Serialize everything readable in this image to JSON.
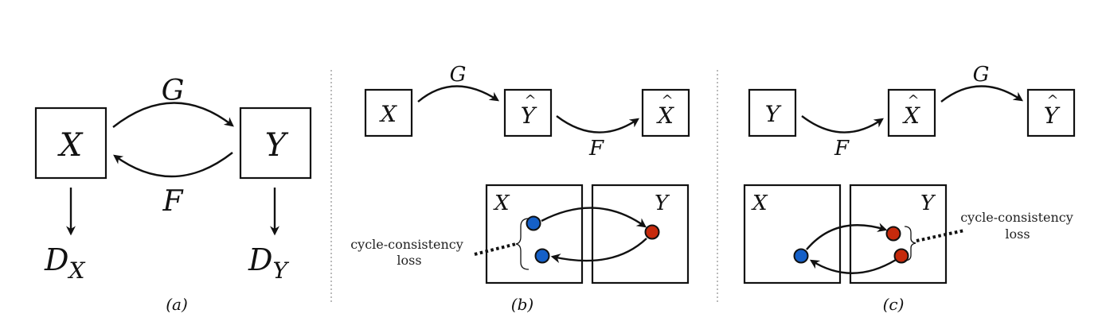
{
  "figure": {
    "colors": {
      "source_dot": "#1560c8",
      "target_dot": "#c62a0c",
      "stroke": "#111111"
    },
    "panel_a": {
      "caption": "(a)",
      "domain_x": "X",
      "domain_y": "Y",
      "mapping_g": "G",
      "mapping_f": "F",
      "disc_x": {
        "base": "D",
        "sub": "X"
      },
      "disc_y": {
        "base": "D",
        "sub": "Y"
      }
    },
    "panel_b": {
      "caption": "(b)",
      "chain": [
        "X",
        "Y",
        "X"
      ],
      "chain_hats": [
        false,
        true,
        true
      ],
      "mapping_1": "G",
      "mapping_2": "F",
      "space_x": "X",
      "space_y": "Y",
      "loss_label_line1": "cycle-consistency",
      "loss_label_line2": "loss"
    },
    "panel_c": {
      "caption": "(c)",
      "chain": [
        "Y",
        "X",
        "Y"
      ],
      "chain_hats": [
        false,
        true,
        true
      ],
      "mapping_1": "F",
      "mapping_2": "G",
      "space_x": "X",
      "space_y": "Y",
      "loss_label_line1": "cycle-consistency",
      "loss_label_line2": "loss"
    }
  }
}
